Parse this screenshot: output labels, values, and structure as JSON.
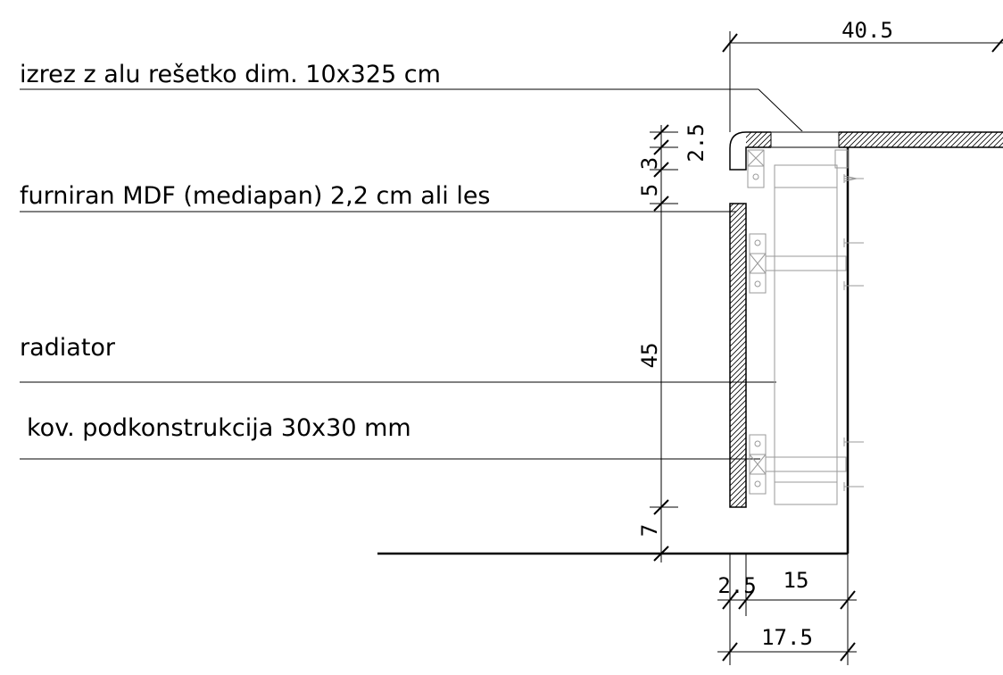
{
  "labels": {
    "grille_cutout": "izrez z alu rešetko dim. 10x325 cm",
    "mdf_panel": "furniran MDF (mediapan) 2,2 cm ali les",
    "radiator": "radiator",
    "substructure": "kov. podkonstrukcija 30x30 mm"
  },
  "dimensions": {
    "top_width": "40.5",
    "lid_thickness": "2.5",
    "gap_upper": "3",
    "gap_mid": "5",
    "panel_height": "45",
    "bottom_gap": "7",
    "side_thickness": "2.5",
    "cavity_depth": "15",
    "total_depth": "17.5"
  }
}
